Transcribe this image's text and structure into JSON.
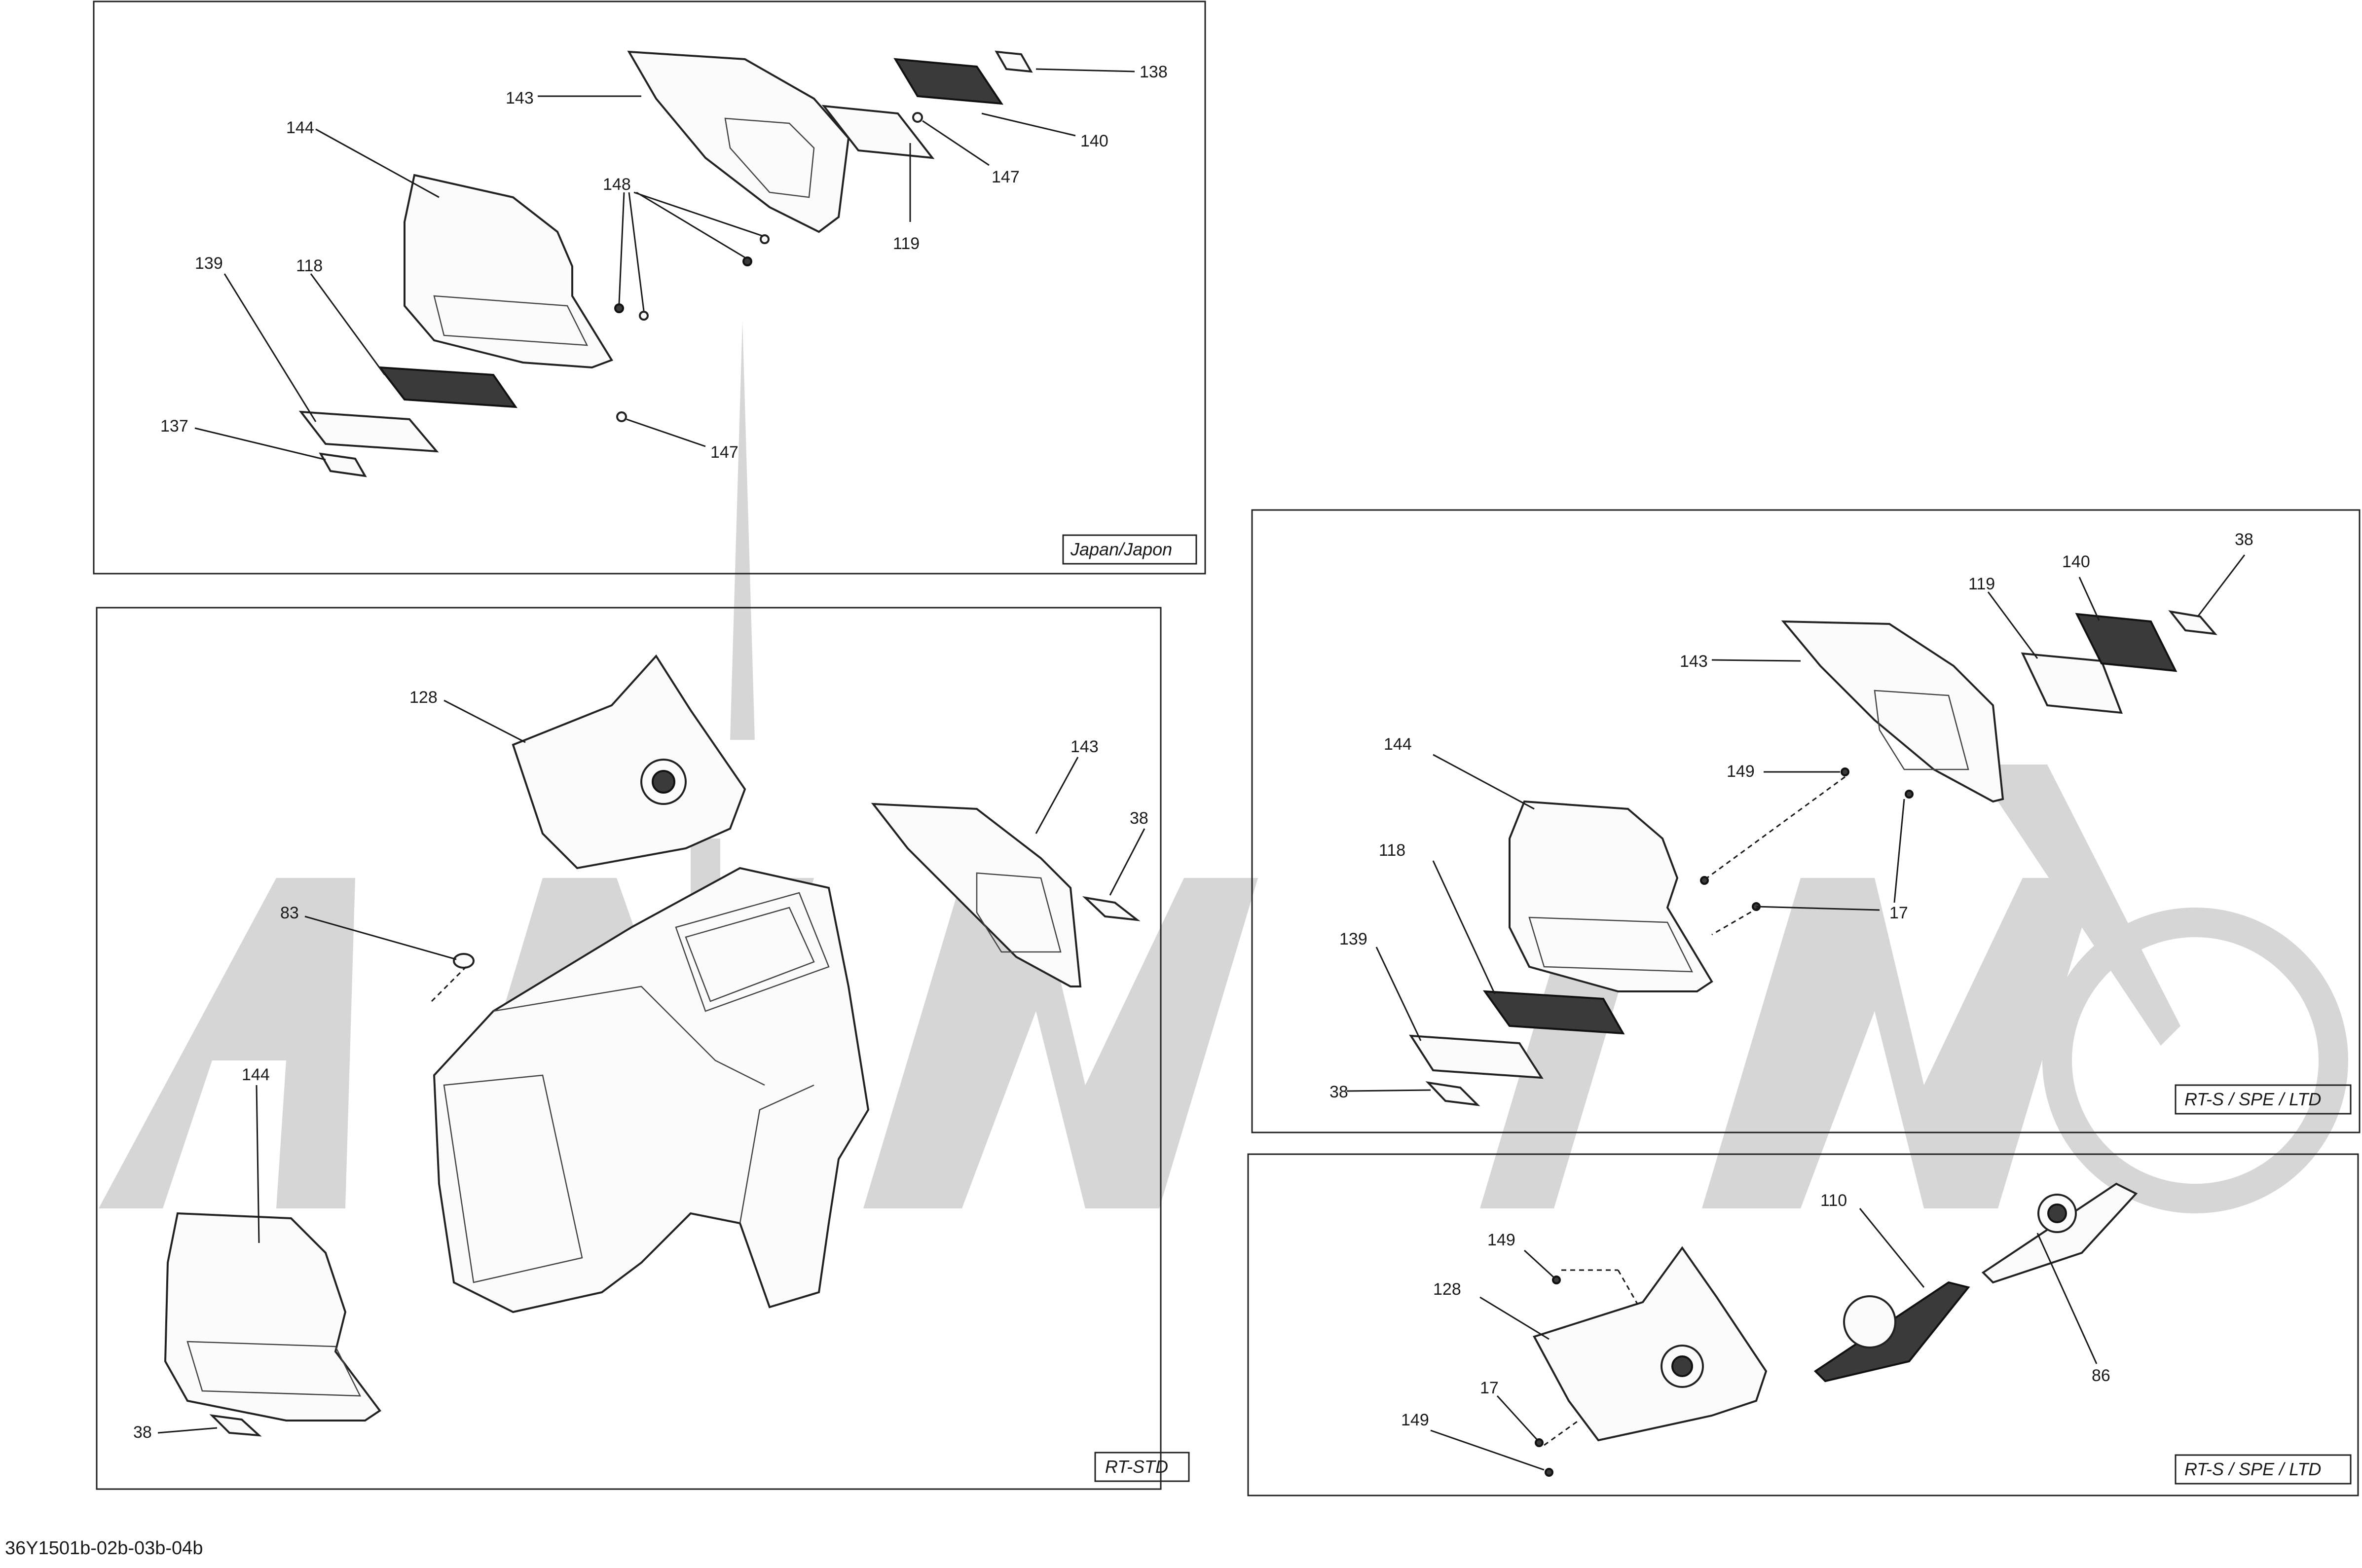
{
  "diagram_code": "36Y1501b-02b-03b-04b",
  "panels": [
    {
      "tag": "Japan/Japon",
      "callouts": [
        "143",
        "138",
        "140",
        "147",
        "119",
        "148",
        "144",
        "139",
        "118",
        "137",
        "147"
      ]
    },
    {
      "tag": "RT-STD",
      "callouts": [
        "128",
        "143",
        "38",
        "83",
        "144",
        "38"
      ]
    },
    {
      "tag": "RT-S / SPE / LTD",
      "callouts": [
        "38",
        "140",
        "119",
        "143",
        "144",
        "149",
        "118",
        "17",
        "139",
        "38"
      ]
    },
    {
      "tag": "RT-S / SPE / LTD",
      "callouts": [
        "110",
        "149",
        "128",
        "86",
        "17",
        "149"
      ]
    }
  ],
  "colors": {
    "line": "#1a1a1a",
    "watermark": "#d6d6d6"
  }
}
